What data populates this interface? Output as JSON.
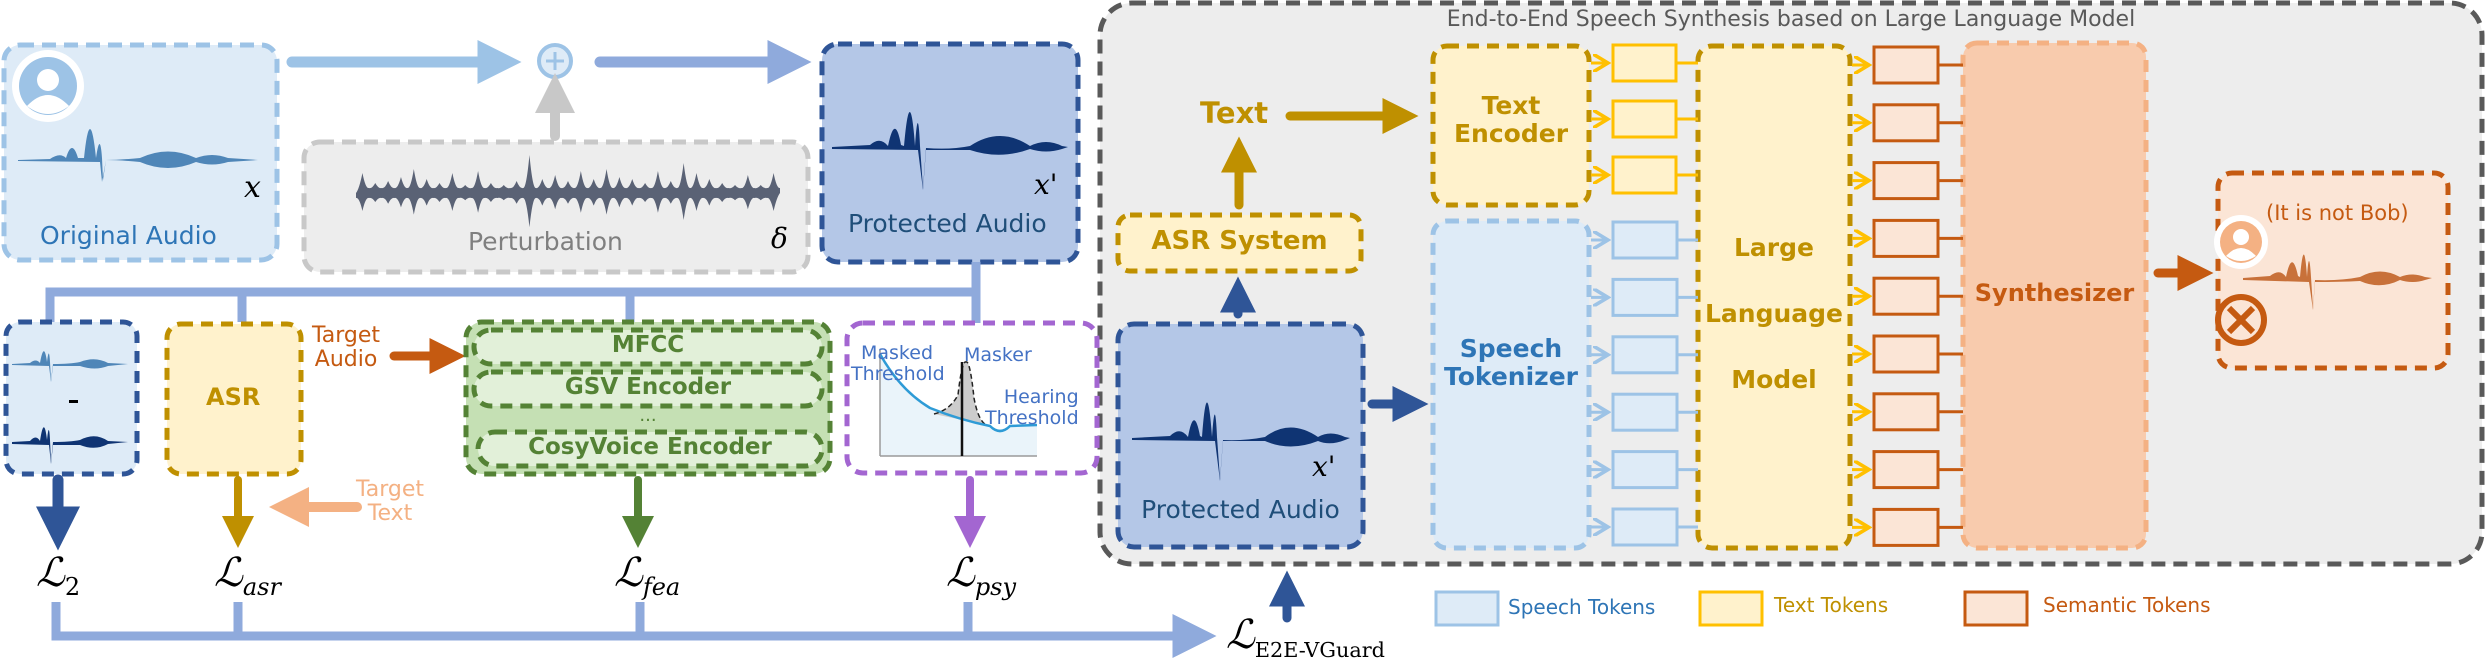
{
  "colors": {
    "light_blue": "#9dc3e6",
    "light_blue_fill": "#deebf7",
    "dark_blue": "#2f5597",
    "dark_blue_fill": "#b4c7e7",
    "mid_blue_arrow": "#8faadc",
    "gold": "#bf9000",
    "gold_fill": "#fff2cc",
    "yellow_token": "#ffc000",
    "green": "#548235",
    "green_fill": "#c5e0b4",
    "purple": "#a366d1",
    "orange": "#c55a11",
    "orange_light": "#f4b183",
    "orange_fill": "#f8cbad",
    "orange_token_fill": "#fbe5d6",
    "gray": "#595959",
    "gray_fill": "#ededed",
    "perturb_wave": "#5a6275",
    "text_blue": "#2e75b6",
    "text_gray": "#7f7f7f"
  },
  "left": {
    "original_audio": {
      "label": "Original Audio",
      "var": "x",
      "icon": "user-avatar-icon"
    },
    "plus_icon": "plus-circle-icon",
    "perturbation": {
      "label": "Perturbation",
      "var": "δ"
    },
    "protected_audio": {
      "label": "Protected Audio",
      "var": "x'"
    },
    "l2_box": {
      "minus": "-"
    },
    "asr_box": {
      "label": "ASR"
    },
    "target_audio": {
      "label_line1": "Target",
      "label_line2": "Audio"
    },
    "target_text": {
      "label_line1": "Target",
      "label_line2": "Text"
    },
    "feature_box": {
      "items": [
        "MFCC",
        "GSV Encoder",
        "...",
        "CosyVoice Encoder"
      ]
    },
    "psy_box": {
      "masked_threshold_1": "Masked",
      "masked_threshold_2": "Threshold",
      "masker": "Masker",
      "hearing_threshold_1": "Hearing",
      "hearing_threshold_2": "Threshold"
    },
    "losses": {
      "l2": {
        "main": "ℒ",
        "sub": "2"
      },
      "asr": {
        "main": "ℒ",
        "sub": "asr"
      },
      "fea": {
        "main": "ℒ",
        "sub": "fea"
      },
      "psy": {
        "main": "ℒ",
        "sub": "psy"
      },
      "e2e": {
        "main": "ℒ",
        "sub": "E2E-VGuard"
      }
    }
  },
  "right_panel": {
    "title": "End-to-End Speech Synthesis based on Large Language Model",
    "text_label": "Text",
    "asr_system": "ASR System",
    "protected_audio": {
      "label": "Protected Audio",
      "var": "x'"
    },
    "text_encoder": {
      "line1": "Text",
      "line2": "Encoder"
    },
    "speech_tokenizer": {
      "line1": "Speech",
      "line2": "Tokenizer"
    },
    "llm": {
      "line1": "Large",
      "line2": "Language",
      "line3": "Model"
    },
    "synthesizer": "Synthesizer",
    "output": {
      "caption": "(It is not Bob)",
      "icon": "x-circle-icon"
    },
    "token_counts": {
      "text_tokens": 3,
      "speech_tokens": 6,
      "semantic_tokens": 9
    }
  },
  "legend": {
    "speech_tokens": "Speech Tokens",
    "text_tokens": "Text Tokens",
    "semantic_tokens": "Semantic Tokens"
  }
}
